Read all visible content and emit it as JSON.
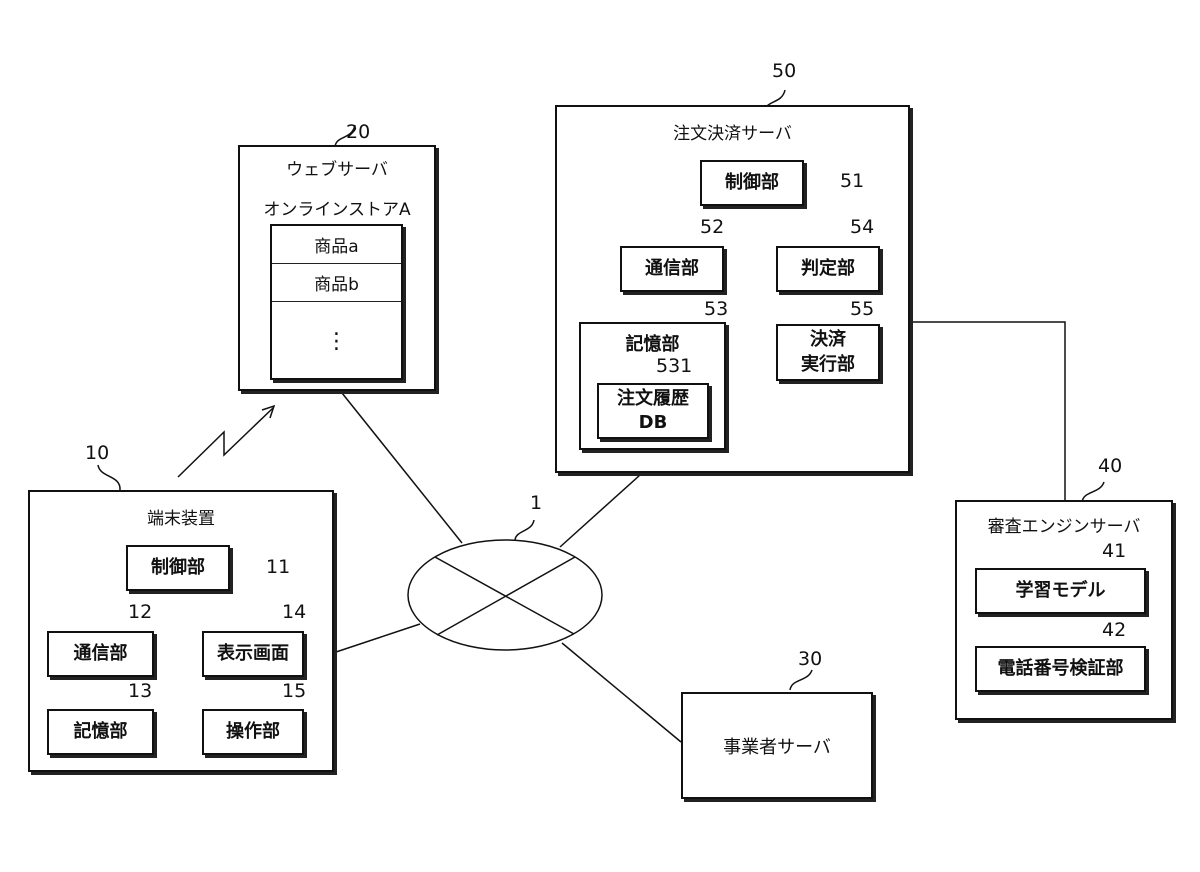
{
  "network": {
    "ref": "1"
  },
  "terminal": {
    "ref": "10",
    "title": "端末装置",
    "control": {
      "ref": "11",
      "label": "制御部"
    },
    "comm": {
      "ref": "12",
      "label": "通信部"
    },
    "storage": {
      "ref": "13",
      "label": "記憶部"
    },
    "display": {
      "ref": "14",
      "label": "表示画面"
    },
    "operation": {
      "ref": "15",
      "label": "操作部"
    }
  },
  "web_server": {
    "ref": "20",
    "title": "ウェブサーバ",
    "store": "オンラインストアA",
    "products": [
      "商品a",
      "商品b"
    ],
    "more": "⋮"
  },
  "business_server": {
    "ref": "30",
    "title": "事業者サーバ"
  },
  "review_engine": {
    "ref": "40",
    "title": "審査エンジンサーバ",
    "model": {
      "ref": "41",
      "label": "学習モデル"
    },
    "phone_verify": {
      "ref": "42",
      "label": "電話番号検証部"
    }
  },
  "payment_server": {
    "ref": "50",
    "title": "注文決済サーバ",
    "control": {
      "ref": "51",
      "label": "制御部"
    },
    "comm": {
      "ref": "52",
      "label": "通信部"
    },
    "storage": {
      "ref": "53",
      "label": "記憶部"
    },
    "order_db": {
      "ref": "531",
      "label": "注文履歴\nDB"
    },
    "judge": {
      "ref": "54",
      "label": "判定部"
    },
    "payment_exec": {
      "ref": "55",
      "label": "決済\n実行部"
    }
  }
}
